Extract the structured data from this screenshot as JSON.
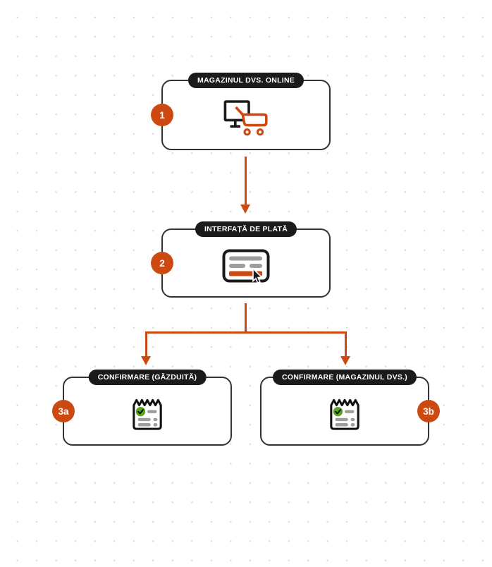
{
  "colors": {
    "accent": "#CC4A12",
    "pill_bg": "#1B1B1B",
    "box_border": "#333333",
    "icon_dark": "#1A1A1A",
    "icon_gray": "#9D9D9D",
    "check_green": "#58A81F",
    "dot_grid": "#DFDFDF",
    "bg": "#FFFFFF"
  },
  "diagram": {
    "nodes": [
      {
        "badge": "1",
        "label": "MAGAZINUL DVS. ONLINE",
        "icon": "monitor-cart-icon",
        "badge_side": "left"
      },
      {
        "badge": "2",
        "label": "INTERFAȚĂ DE PLATĂ",
        "icon": "payment-form-cursor-icon",
        "badge_side": "left"
      },
      {
        "badge": "3a",
        "label": "CONFIRMARE (GĂZDUITĂ)",
        "icon": "receipt-check-icon",
        "badge_side": "left"
      },
      {
        "badge": "3b",
        "label": "CONFIRMARE (MAGAZINUL DVS.)",
        "icon": "receipt-check-icon",
        "badge_side": "right"
      }
    ]
  }
}
